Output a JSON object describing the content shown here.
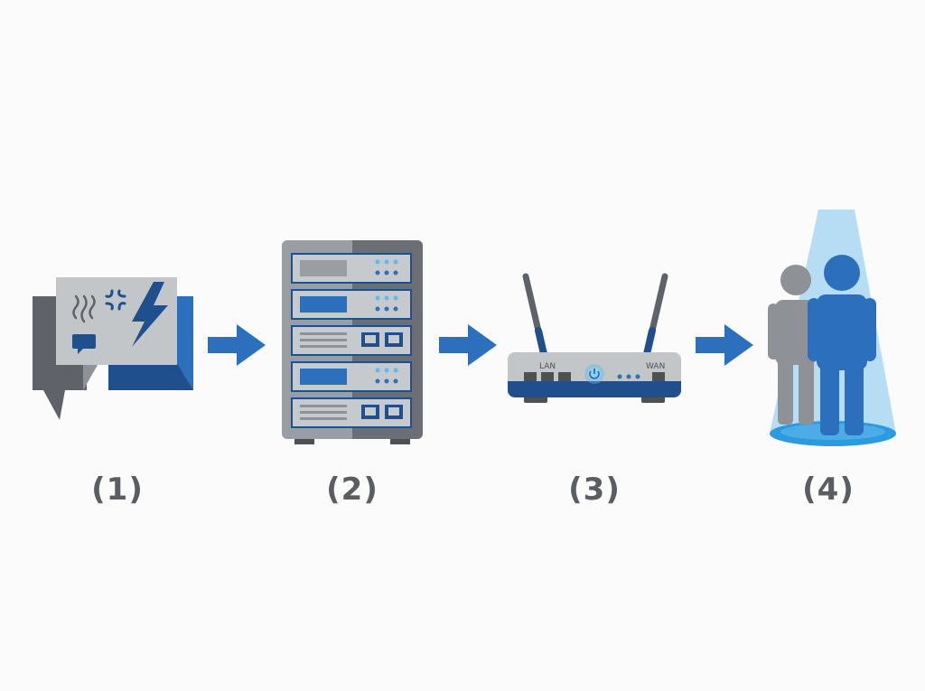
{
  "colors": {
    "background": "#fbfbfb",
    "gray_dark": "#5f6369",
    "gray_mid": "#8e9296",
    "gray_light": "#c3c6c9",
    "blue_dark": "#1f4f8c",
    "blue": "#2b6fbd",
    "blue_light": "#63b8ec",
    "label": "#5a5e63"
  },
  "steps": [
    {
      "label": "(1)",
      "icon": "angry-chat-bubbles-icon"
    },
    {
      "label": "(2)",
      "icon": "server-rack-icon"
    },
    {
      "label": "(3)",
      "icon": "wifi-router-icon"
    },
    {
      "label": "(4)",
      "icon": "highlighted-person-icon"
    }
  ],
  "router": {
    "lan_label": "LAN",
    "wan_label": "WAN"
  }
}
